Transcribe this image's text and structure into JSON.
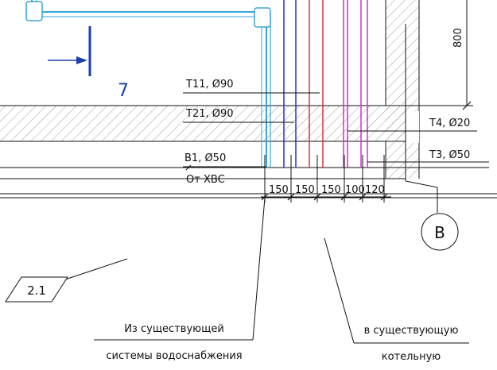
{
  "drawing": {
    "view_number": "7",
    "dimension_vertical": "800",
    "pipes_left": [
      {
        "label": "Т11, Ø90"
      },
      {
        "label": "Т21, Ø90"
      },
      {
        "label": "В1, Ø50"
      }
    ],
    "from_label": "От ХВС",
    "pipes_right": [
      {
        "label": "Т4, Ø20"
      },
      {
        "label": "Т3, Ø50"
      }
    ],
    "spacing_dims": [
      "150",
      "150",
      "150",
      "100",
      "120"
    ],
    "axis_bubble": "В",
    "mark_tag": "2.1",
    "note_left": {
      "line1": "Из существующей",
      "line2": "системы водоснабжения"
    },
    "note_right": {
      "line1": "в существующую",
      "line2": "котельную"
    },
    "colors": {
      "line": "#111111",
      "pipe_cyan": "#39a6d8",
      "pipe_blue": "#2233cc",
      "pipe_red": "#e03030",
      "pipe_magenta": "#cc33cc",
      "view_marker": "#1a3fb0",
      "hatch": "#777777"
    }
  }
}
